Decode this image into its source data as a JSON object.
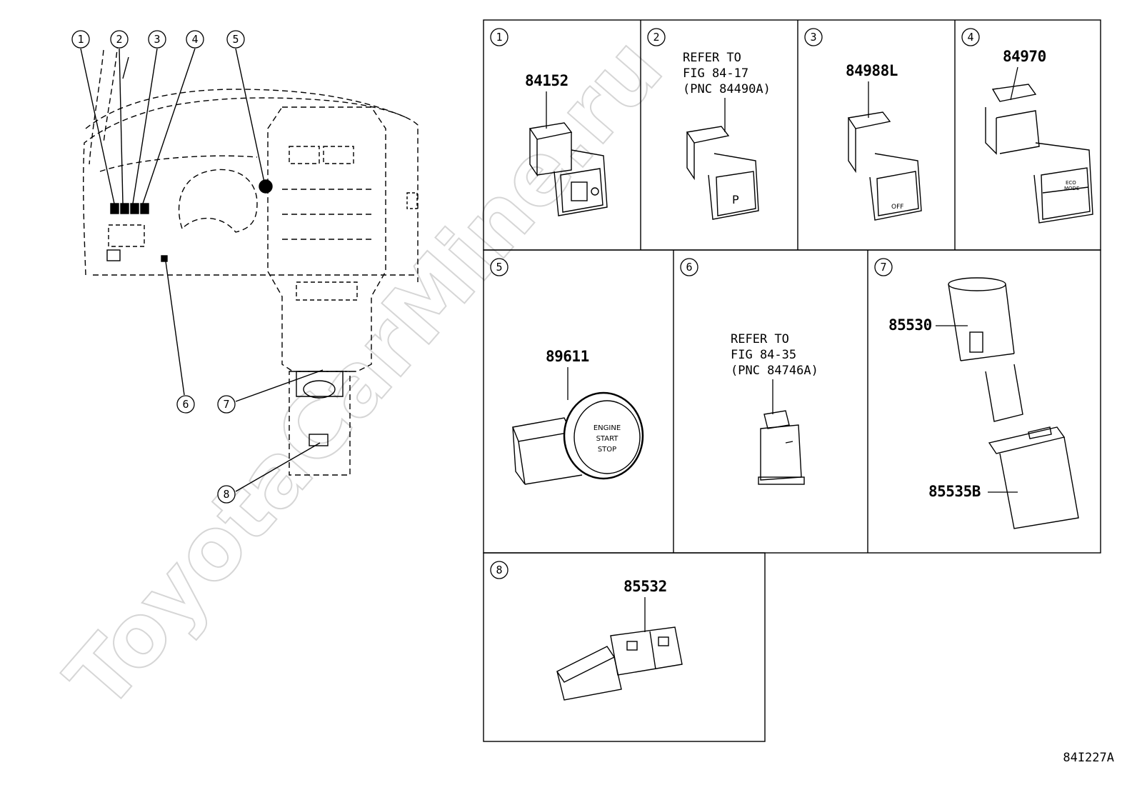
{
  "watermark": "ToyotaCarMine.ru",
  "figure_code": "84I227A",
  "callouts": [
    "1",
    "2",
    "3",
    "4",
    "5",
    "6",
    "7",
    "8"
  ],
  "panels": [
    {
      "num": "1",
      "parts": [
        "84152"
      ],
      "refer": []
    },
    {
      "num": "2",
      "parts": [],
      "refer": [
        "REFER TO",
        "FIG 84-17",
        "(PNC 84490A)"
      ]
    },
    {
      "num": "3",
      "parts": [
        "84988L"
      ],
      "refer": []
    },
    {
      "num": "4",
      "parts": [
        "84970"
      ],
      "refer": []
    },
    {
      "num": "5",
      "parts": [
        "89611"
      ],
      "refer": []
    },
    {
      "num": "6",
      "parts": [],
      "refer": [
        "REFER TO",
        "FIG 84-35",
        "(PNC 84746A)"
      ]
    },
    {
      "num": "7",
      "parts": [
        "85530",
        "85535B"
      ],
      "refer": []
    },
    {
      "num": "8",
      "parts": [
        "85532"
      ],
      "refer": []
    }
  ],
  "button_text": {
    "engine": [
      "ENGINE",
      "START",
      "STOP"
    ],
    "off": "OFF",
    "eco": [
      "ECO",
      "MODE"
    ]
  }
}
